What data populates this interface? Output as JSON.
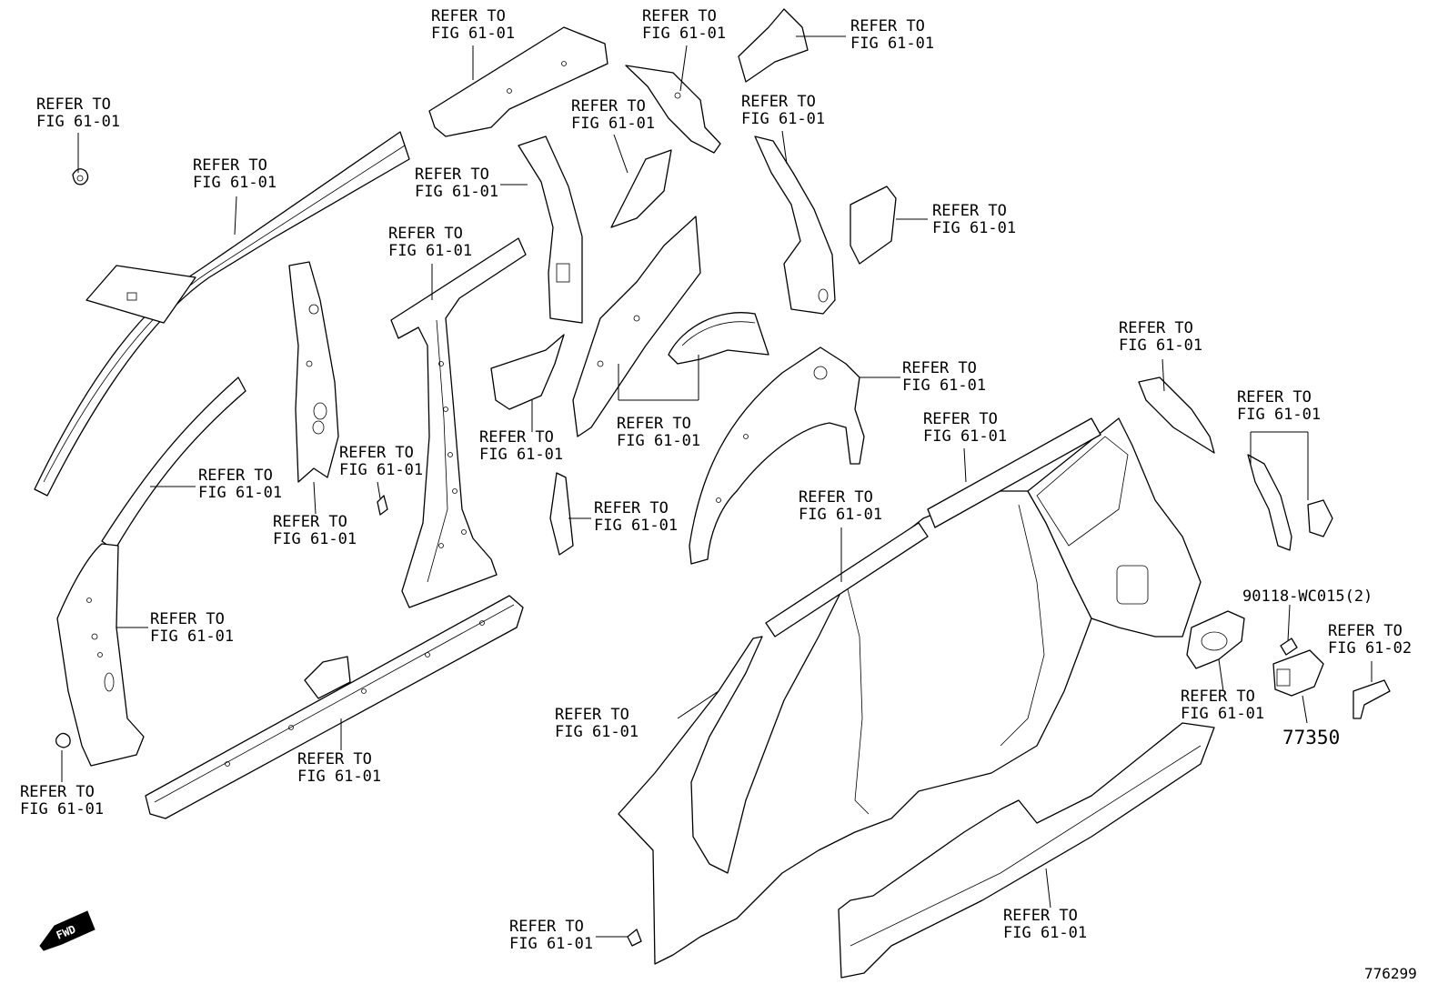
{
  "diagram": {
    "refer_line1": "REFER TO",
    "fig_6101": "FIG 61-01",
    "fig_6102": "FIG 61-02",
    "part_bolt": "90118-WC015(2)",
    "part_fuel_lid": "77350",
    "fwd": "FWD",
    "diagram_number": "776299"
  }
}
